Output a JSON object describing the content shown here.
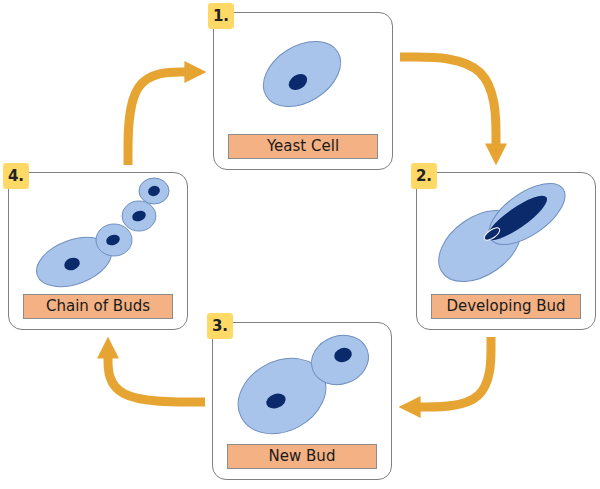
{
  "diagram": {
    "nodes": [
      {
        "text": [
          "1.",
          "Yeast Cell"
        ]
      },
      {
        "text": [
          "2.",
          "Developing Bud"
        ]
      },
      {
        "text": [
          "3.",
          "New Bud"
        ]
      },
      {
        "text": [
          "4.",
          "Chain of Buds"
        ]
      }
    ],
    "edges": [
      {
        "from": 0,
        "to": 1,
        "arrow": "to"
      },
      {
        "from": 1,
        "to": 2,
        "arrow": "to"
      },
      {
        "from": 2,
        "to": 3,
        "arrow": "to"
      },
      {
        "from": 3,
        "to": 0,
        "arrow": "to"
      }
    ]
  }
}
